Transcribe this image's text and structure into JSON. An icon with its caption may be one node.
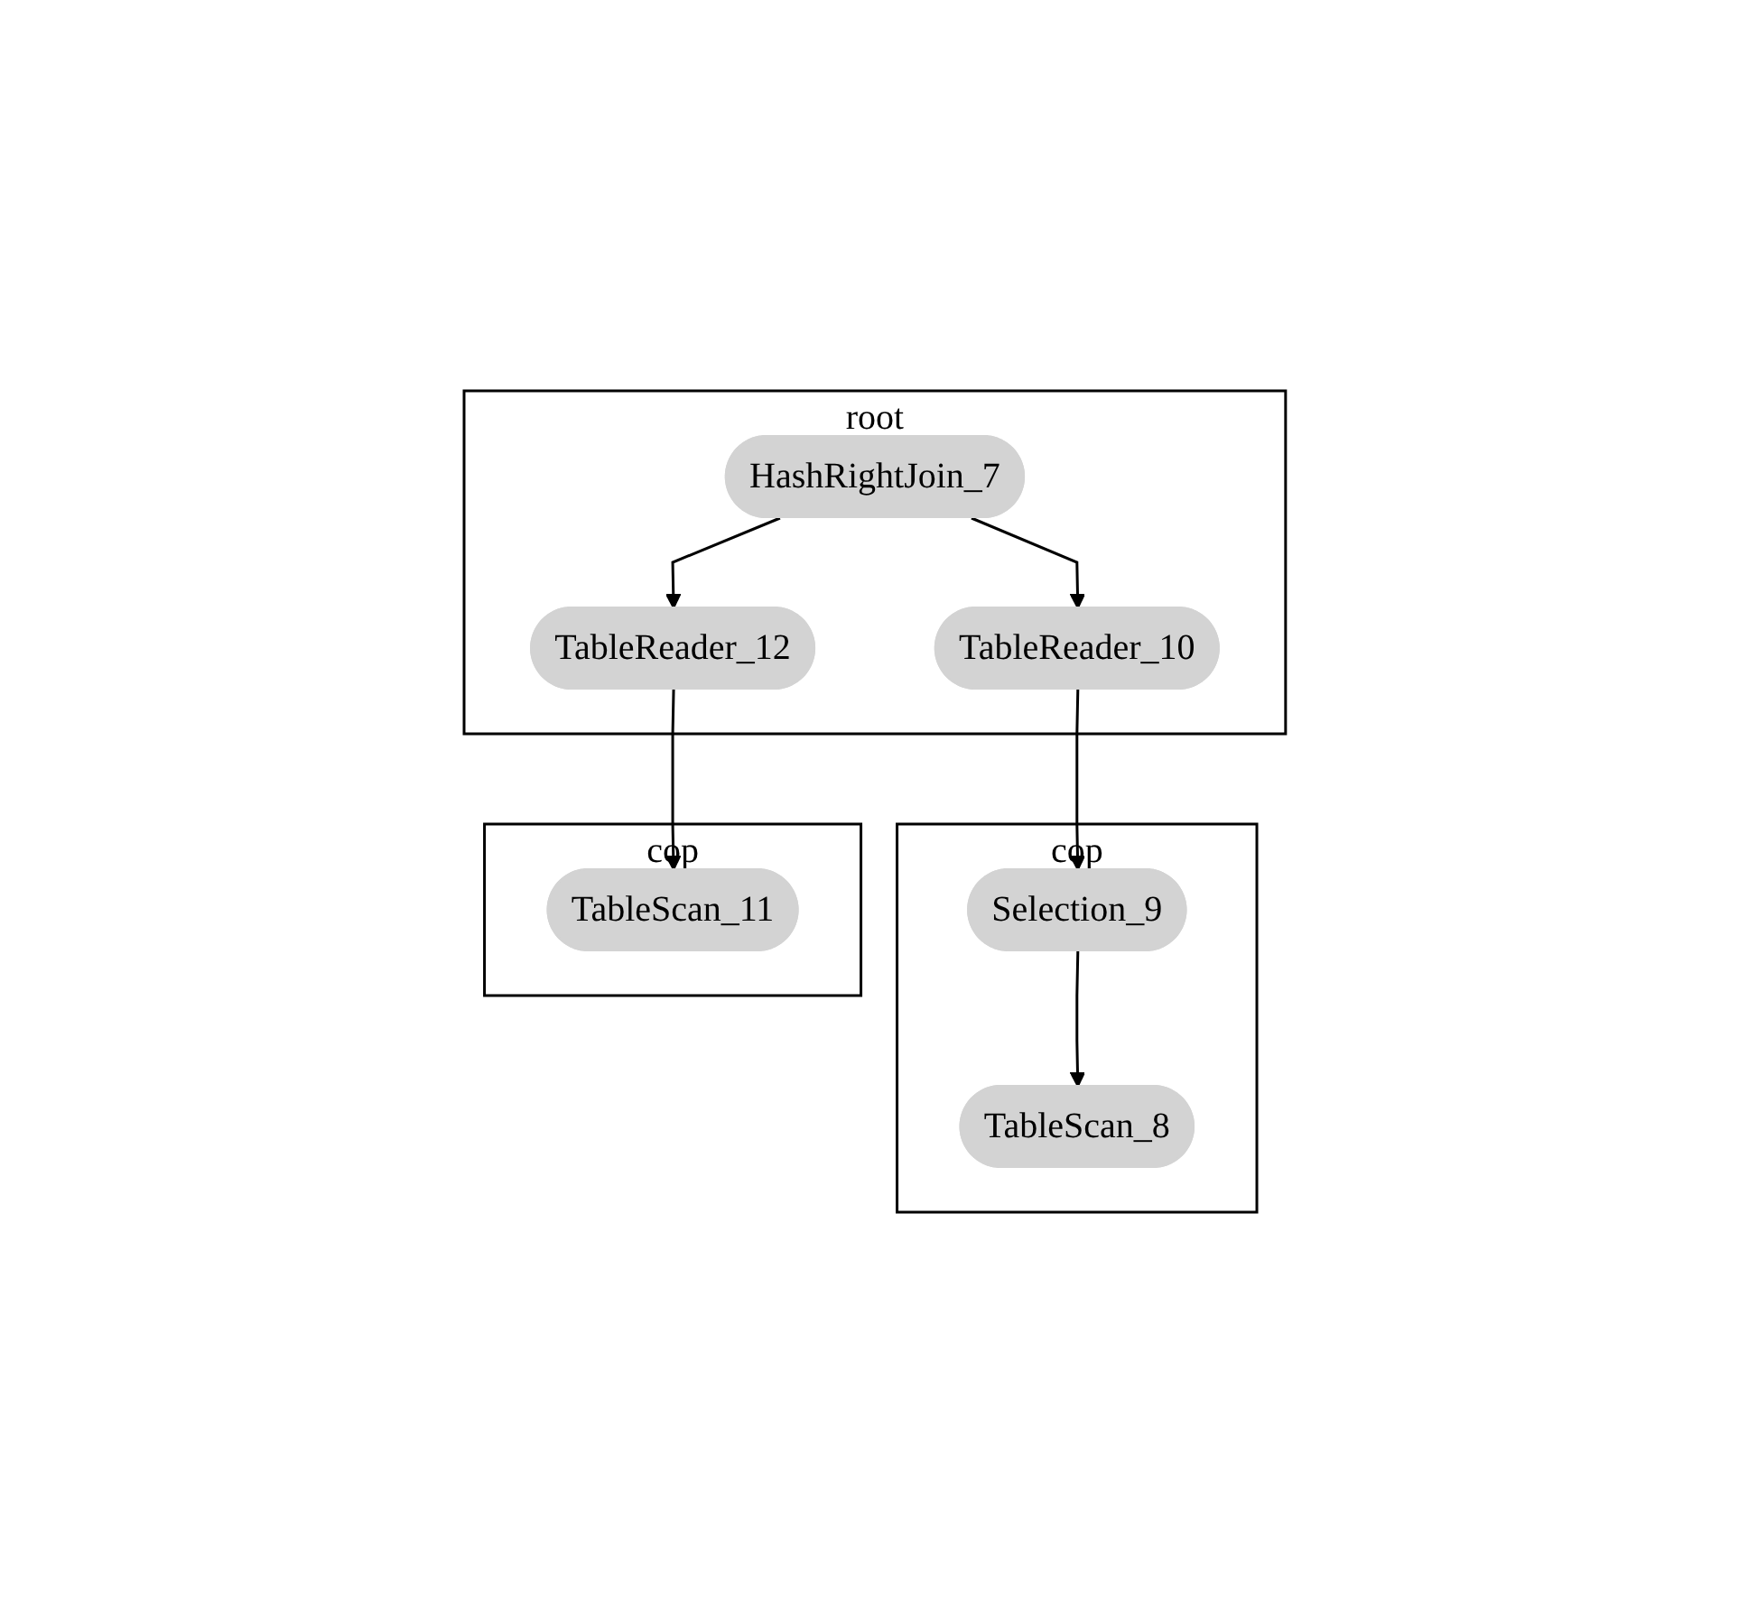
{
  "diagram": {
    "nodes": [
      {
        "text": [
          "root"
        ]
      },
      {
        "text": [
          "HashRightJoin_7"
        ],
        "in": 0
      },
      {
        "text": [
          "TableReader_10"
        ],
        "in": 0
      },
      {
        "text": [
          "TableReader_12"
        ],
        "in": 0
      },
      {
        "text": [
          "cop"
        ]
      },
      {
        "text": [
          "Selection_9"
        ],
        "in": 4
      },
      {
        "text": [
          "TableScan_8"
        ],
        "in": 4
      },
      {
        "text": [
          "cop"
        ]
      },
      {
        "text": [
          "TableScan_11"
        ],
        "in": 7
      }
    ],
    "edges": [
      {
        "from": 1,
        "to": 2,
        "arrow": "to"
      },
      {
        "from": 1,
        "to": 3,
        "arrow": "to"
      },
      {
        "from": 2,
        "to": 5,
        "arrow": "to"
      },
      {
        "from": 3,
        "to": 8,
        "arrow": "to"
      },
      {
        "from": 5,
        "to": 6,
        "arrow": "to"
      }
    ]
  }
}
